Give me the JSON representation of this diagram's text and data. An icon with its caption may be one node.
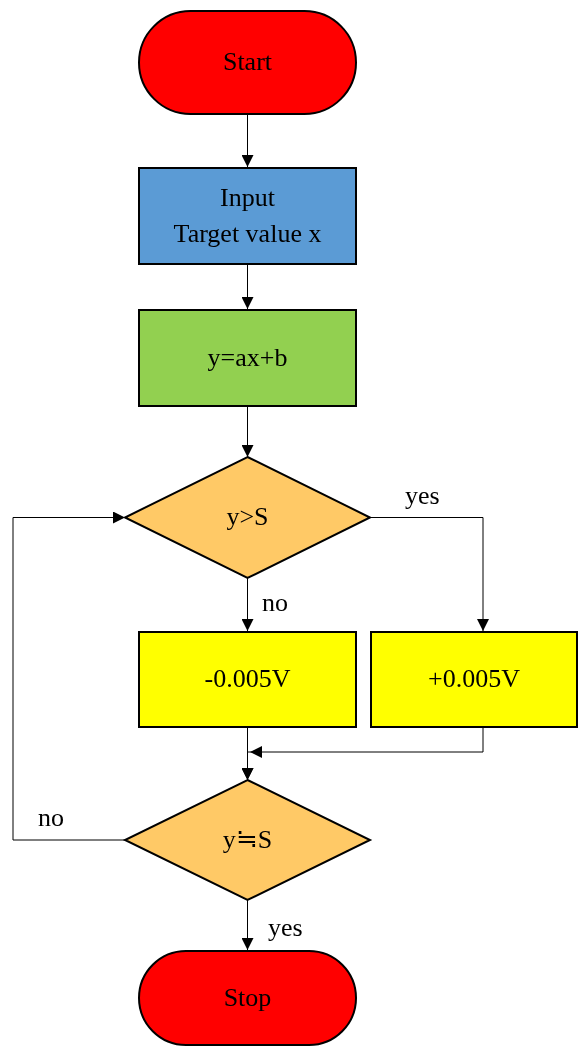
{
  "diagram": {
    "nodes": [
      {
        "text": [
          "Start"
        ]
      },
      {
        "text": [
          "Input",
          "Target value x"
        ]
      },
      {
        "text": [
          "y=ax+b"
        ]
      },
      {
        "text": [
          "y>S"
        ]
      },
      {
        "text": [
          "-0.005V"
        ]
      },
      {
        "text": [
          "+0.005V"
        ]
      },
      {
        "text": [
          "y≒S"
        ]
      },
      {
        "text": [
          "Stop"
        ]
      }
    ],
    "edges": [
      {
        "from": 0,
        "to": 1,
        "arrow": "to"
      },
      {
        "from": 1,
        "to": 2,
        "arrow": "to"
      },
      {
        "from": 2,
        "to": 3,
        "arrow": "to"
      },
      {
        "from": 3,
        "to": 4,
        "arrow": "to",
        "label": "no"
      },
      {
        "from": 3,
        "to": 5,
        "arrow": "to",
        "label": "yes"
      },
      {
        "from": 4,
        "to": 6,
        "arrow": "to"
      },
      {
        "from": 5,
        "to": 6,
        "arrow": "to"
      },
      {
        "from": 6,
        "to": 3,
        "arrow": "to",
        "label": "no"
      },
      {
        "from": 6,
        "to": 7,
        "arrow": "to",
        "label": "yes"
      }
    ]
  }
}
